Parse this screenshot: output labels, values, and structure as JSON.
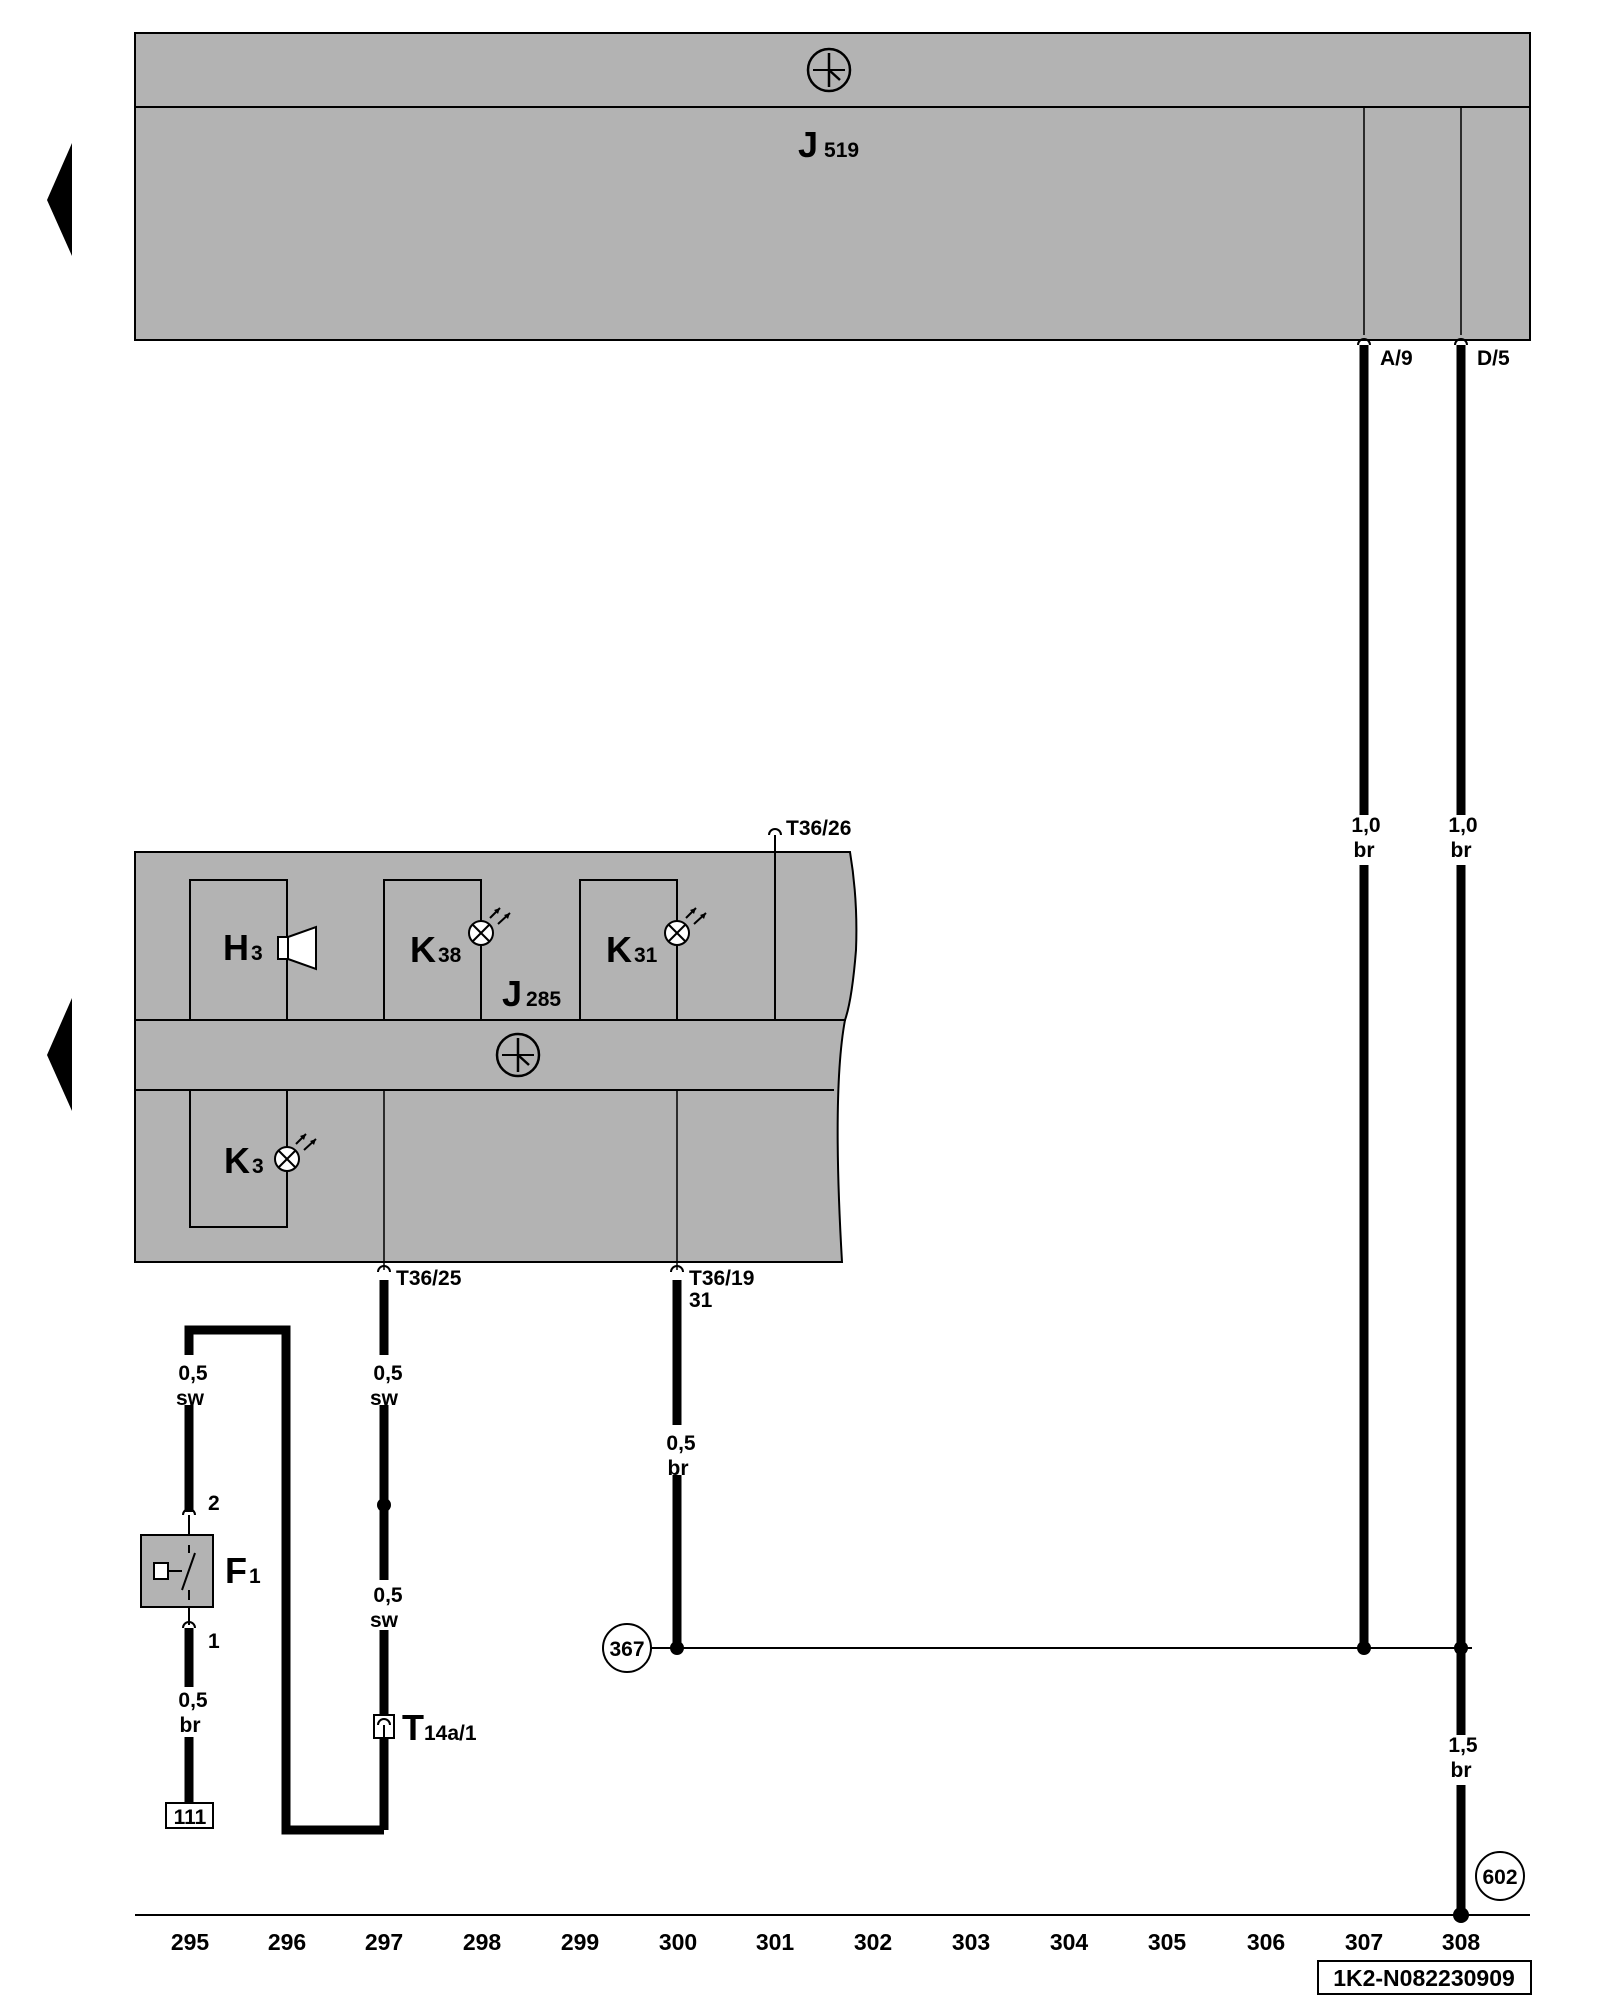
{
  "colors": {
    "module_fill": "#b3b3b3",
    "line": "#000000",
    "background": "#ffffff"
  },
  "modules": {
    "j519": {
      "letter": "J",
      "sub": "519"
    },
    "j285": {
      "letter": "J",
      "sub": "285"
    }
  },
  "components": {
    "h3": {
      "letter": "H",
      "sub": "3",
      "icon": "horn-icon"
    },
    "k38": {
      "letter": "K",
      "sub": "38",
      "icon": "warning-lamp-icon"
    },
    "k31": {
      "letter": "K",
      "sub": "31",
      "icon": "warning-lamp-icon"
    },
    "k3": {
      "letter": "K",
      "sub": "3",
      "icon": "warning-lamp-icon"
    },
    "f1": {
      "letter": "F",
      "sub": "1",
      "icon": "switch-icon",
      "pin_top": "2",
      "pin_bottom": "1"
    },
    "t14a": {
      "letter": "T",
      "sub": "14a/1",
      "icon": "connector-icon"
    }
  },
  "pins": {
    "a9": "A/9",
    "d5": "D/5",
    "t36_26": "T36/26",
    "t36_25": "T36/25",
    "t36_19": "T36/19",
    "t36_19_terminal": "31"
  },
  "wires": {
    "w295_top": {
      "size": "0,5",
      "color": "sw"
    },
    "w295_bottom": {
      "size": "0,5",
      "color": "br"
    },
    "w297_top": {
      "size": "0,5",
      "color": "sw"
    },
    "w297_bottom": {
      "size": "0,5",
      "color": "sw"
    },
    "w300": {
      "size": "0,5",
      "color": "br"
    },
    "w307": {
      "size": "1,0",
      "color": "br"
    },
    "w308_top": {
      "size": "1,0",
      "color": "br"
    },
    "w308_bottom": {
      "size": "1,5",
      "color": "br"
    }
  },
  "ground_points": {
    "g367": "367",
    "g602": "602"
  },
  "references": {
    "r111": "111"
  },
  "columns": [
    "295",
    "296",
    "297",
    "298",
    "299",
    "300",
    "301",
    "302",
    "303",
    "304",
    "305",
    "306",
    "307",
    "308"
  ],
  "doc_id": "1K2-N082230909"
}
